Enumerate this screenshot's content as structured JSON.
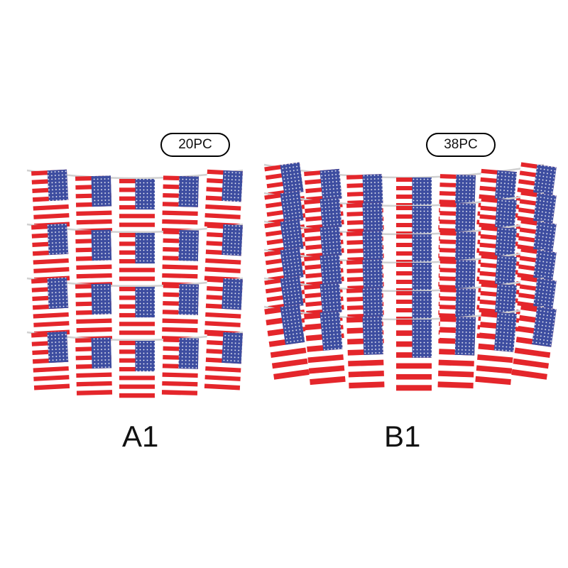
{
  "products": [
    {
      "option": "A1",
      "count_label": "20PC"
    },
    {
      "option": "B1",
      "count_label": "38PC"
    }
  ],
  "colors": {
    "stripe_red": "#e4262b",
    "stripe_white": "#ffffff",
    "canton_blue": "#3d4da0",
    "star": "#ffffff",
    "string": "#d0d0d0"
  },
  "icons": [
    "us-flag-icon",
    "bunting-string"
  ]
}
